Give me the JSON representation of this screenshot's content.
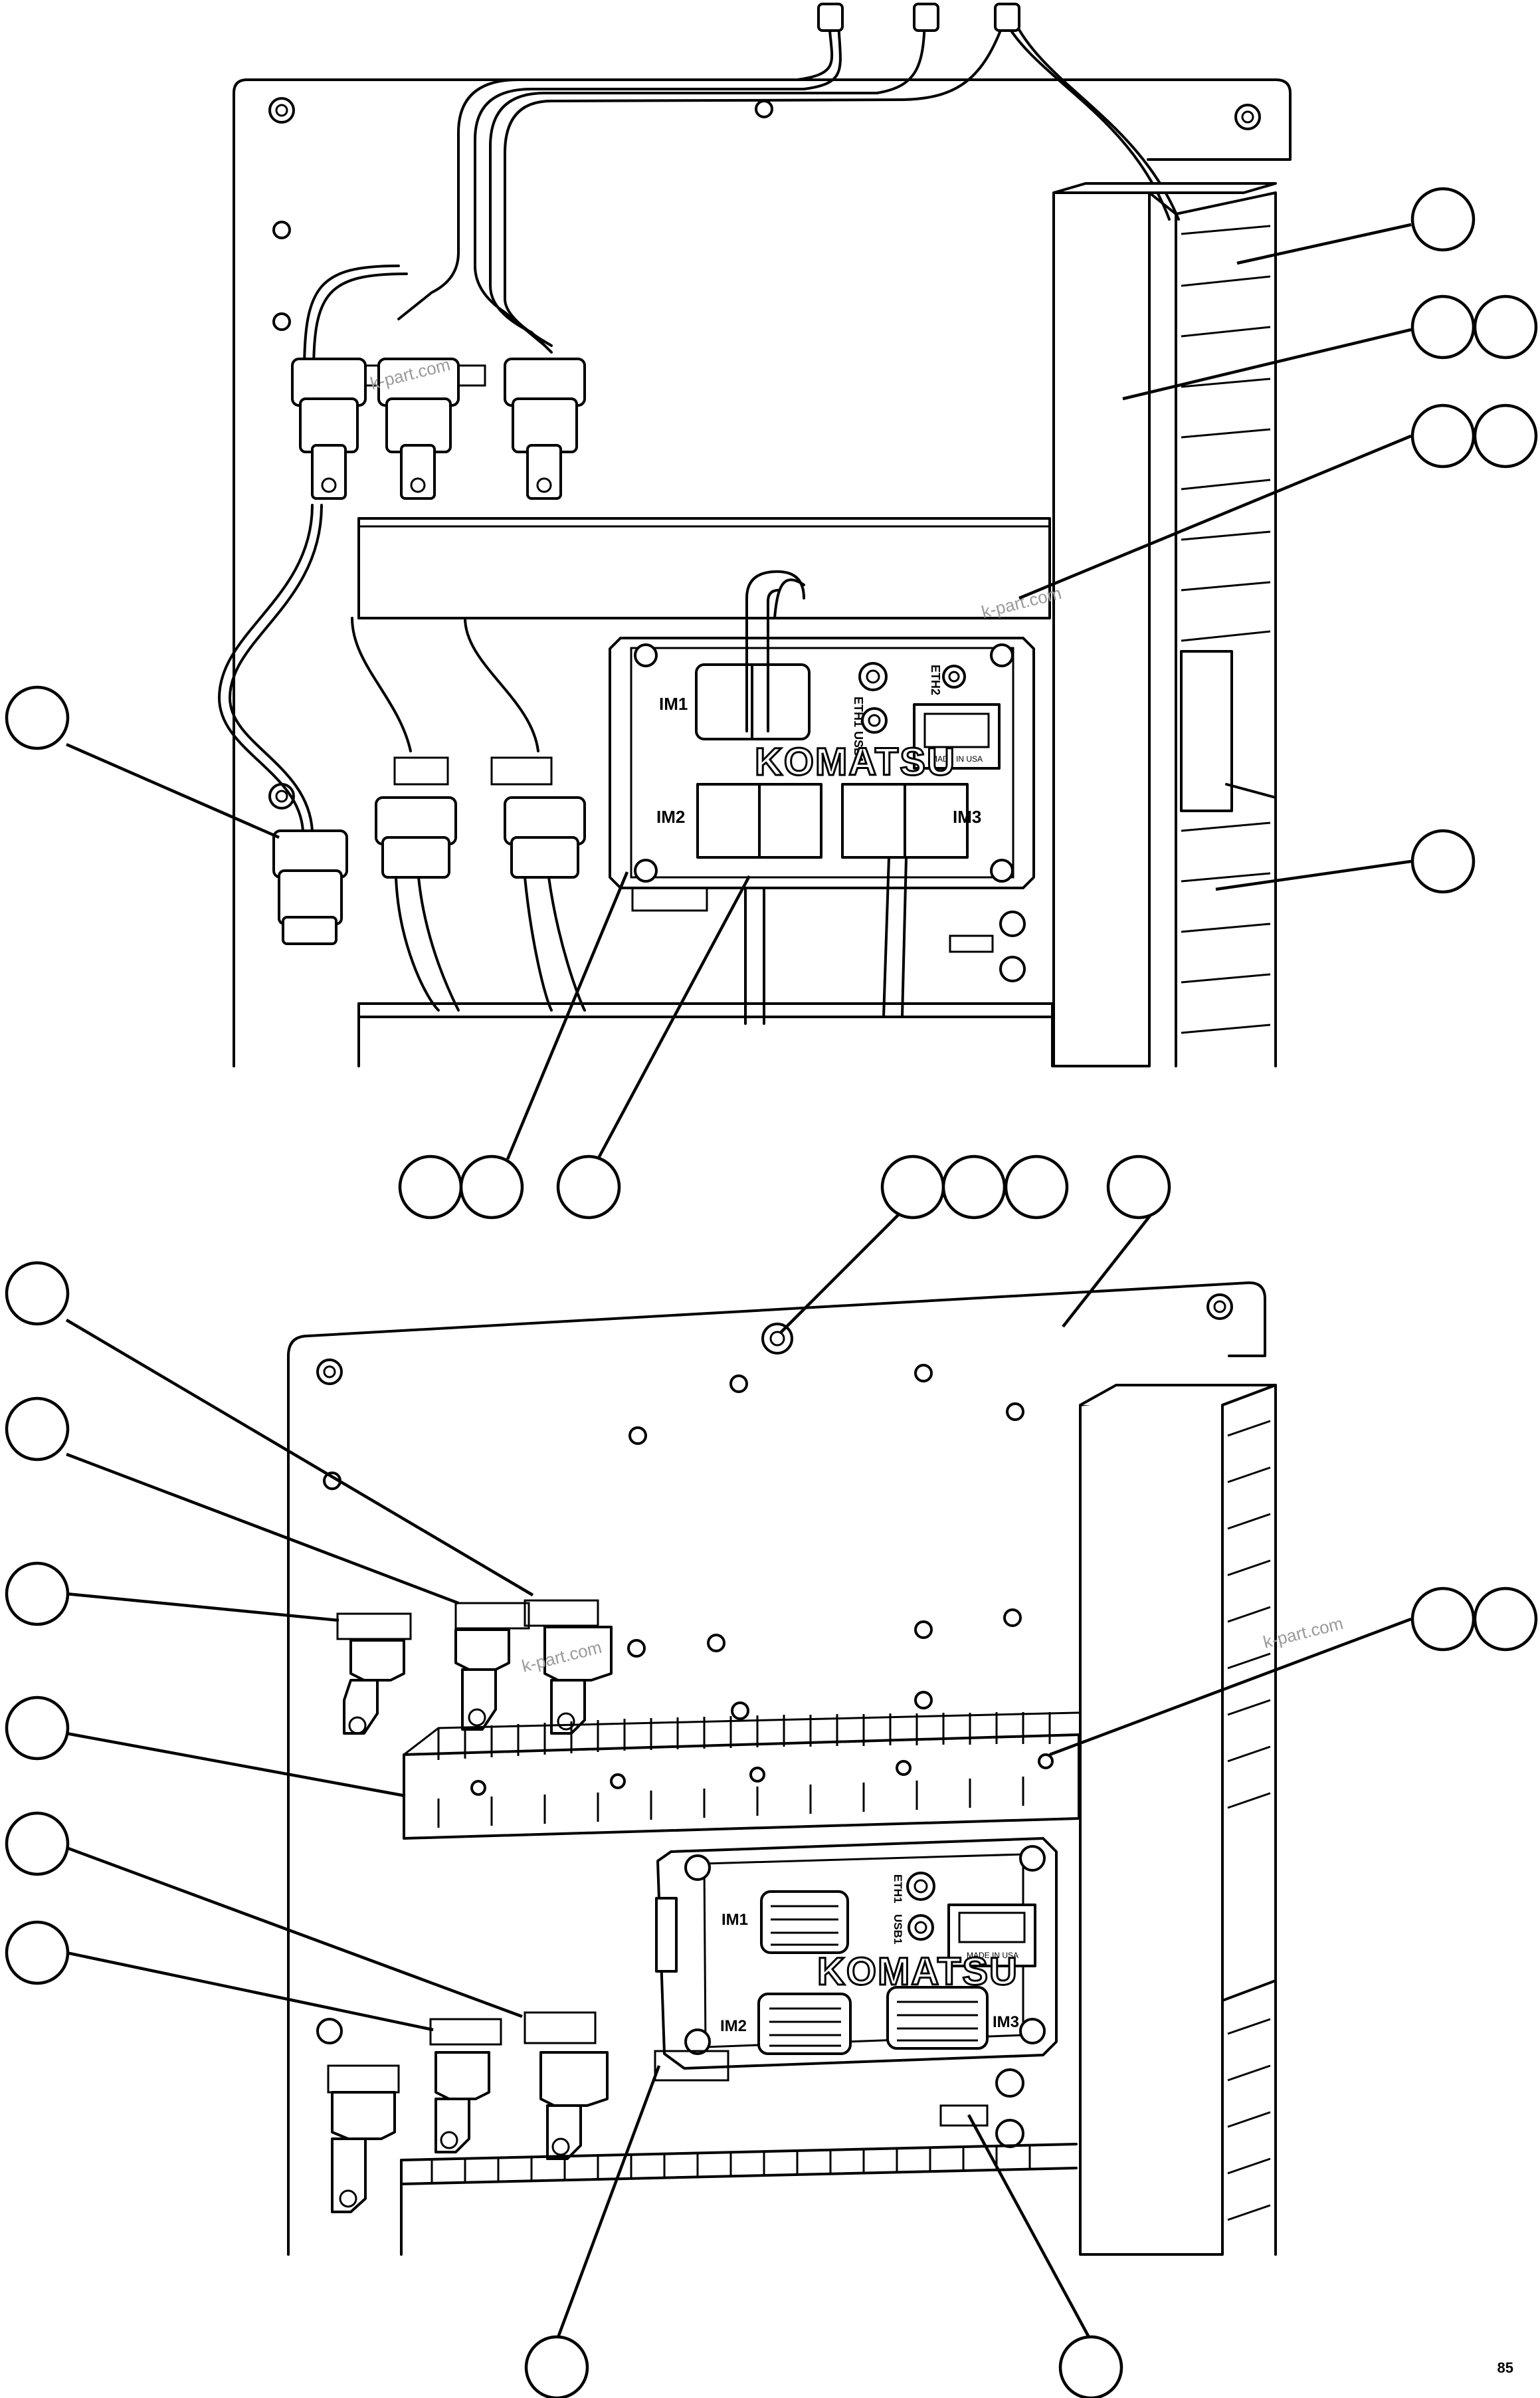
{
  "labels": {
    "im1": "IM1",
    "im2": "IM2",
    "im3": "IM3",
    "eth1": "ETH1",
    "eth2": "ETH2",
    "usb1": "USB1",
    "logo": "KOMATSU",
    "made_in": "MADE IN USA",
    "watermark": "k-part.com",
    "figure_code": "85"
  }
}
